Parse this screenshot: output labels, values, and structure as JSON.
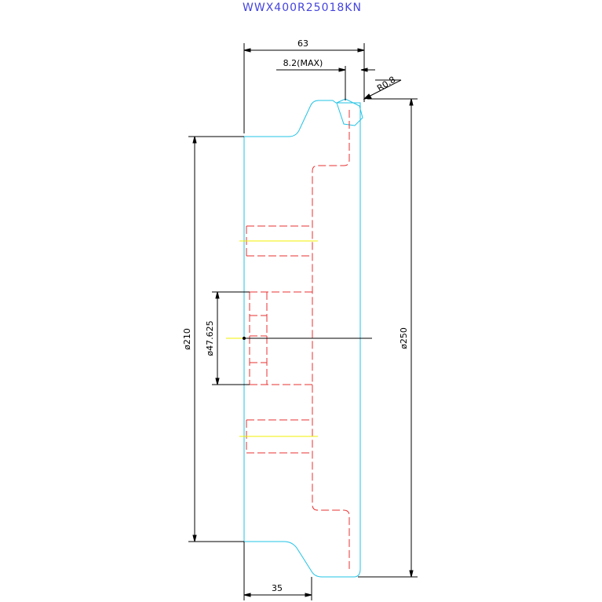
{
  "title": "WWX400R25018KN",
  "dimensions": {
    "width_total": "63",
    "flange_max": "8.2(MAX)",
    "radius": "R0.8",
    "dia_210": "ø210",
    "dia_47": "ø47.625",
    "dia_250": "ø250",
    "width_bottom": "35"
  },
  "colors": {
    "outline": "#22c3e6",
    "hidden": "#e83030",
    "centerline": "#f0f000",
    "dimension": "#000000",
    "title": "#4444dd"
  }
}
